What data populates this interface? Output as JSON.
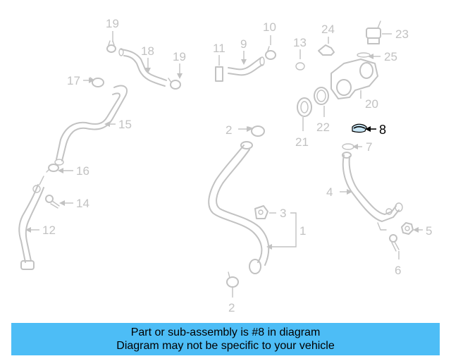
{
  "diagram": {
    "highlighted_callout": "8",
    "highlight_color": "#c9e6f5",
    "part_line_color": "#c2c2c2",
    "callouts": {
      "c1": "1",
      "c2a": "2",
      "c2b": "2",
      "c3": "3",
      "c4": "4",
      "c5": "5",
      "c6": "6",
      "c7": "7",
      "c8": "8",
      "c9": "9",
      "c10": "10",
      "c11": "11",
      "c12": "12",
      "c13": "13",
      "c14": "14",
      "c15": "15",
      "c16": "16",
      "c17": "17",
      "c18": "18",
      "c19a": "19",
      "c19b": "19",
      "c20": "20",
      "c21": "21",
      "c22": "22",
      "c23": "23",
      "c24": "24",
      "c25": "25"
    }
  },
  "banner": {
    "background": "#4dbdf6",
    "line1": "Part or sub-assembly is #8 in diagram",
    "line2": "Diagram may not be specific to your vehicle"
  }
}
